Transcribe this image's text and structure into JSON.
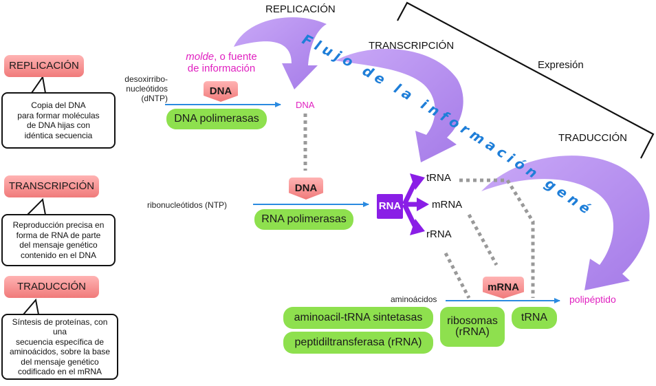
{
  "top": {
    "replicacion": "REPLICACIÓN",
    "transcripcion": "TRANSCRIPCIÓN",
    "traduccion": "TRADUCCIÓN",
    "expresion": "Expresión",
    "flow_text": "Flujo de la información genética"
  },
  "left": {
    "replicacion": {
      "title": "REPLICACIÓN",
      "desc": [
        "Copia del DNA",
        "para formar moléculas",
        "de DNA hijas con",
        "idéntica secuencia"
      ]
    },
    "transcripcion": {
      "title": "TRANSCRIPCIÓN",
      "desc": [
        "Reproducción precisa en",
        "forma de RNA de parte",
        "del mensaje genético",
        "contenido en el DNA"
      ]
    },
    "traduccion": {
      "title": "TRADUCCIÓN",
      "desc": [
        "Síntesis de proteínas, con una",
        "secuencia específica de",
        "aminoácidos, sobre la base",
        "del mensaje genético",
        "codificado en el mRNA"
      ]
    }
  },
  "replication": {
    "molde_italic": "molde",
    "molde_rest": ", o fuente",
    "molde_line2": "de información",
    "input_lines": [
      "desoxirribo-",
      "nucleótidos",
      "(dNTP)"
    ],
    "template_tag": "DNA",
    "product": "DNA",
    "enzyme": "DNA polimerasas"
  },
  "transcription": {
    "input": "ribonucleótidos (NTP)",
    "template_tag": "DNA",
    "enzyme": "RNA polimerasas",
    "rna": "RNA",
    "trna": "tRNA",
    "mrna": "mRNA",
    "rrna": "rRNA"
  },
  "translation": {
    "input": "aminoácidos",
    "template_tag": "mRNA",
    "product": "polipéptido",
    "enzyme1": "aminoacil-tRNA sintetasas",
    "enzyme2": "peptidiltransferasa (rRNA)",
    "ribosomes_l1": "ribosomas",
    "ribosomes_l2": "(rRNA)",
    "trna": "tRNA"
  },
  "colors": {
    "purple_arrow": "#b48cf0",
    "flow_text": "#1e7ed8",
    "blue_arrow": "#2a8ae0",
    "rna_box": "#8a1ee6",
    "magenta": "#e020c0",
    "green_pill": "#8ee04e",
    "red_tag": "#f07a7a"
  }
}
